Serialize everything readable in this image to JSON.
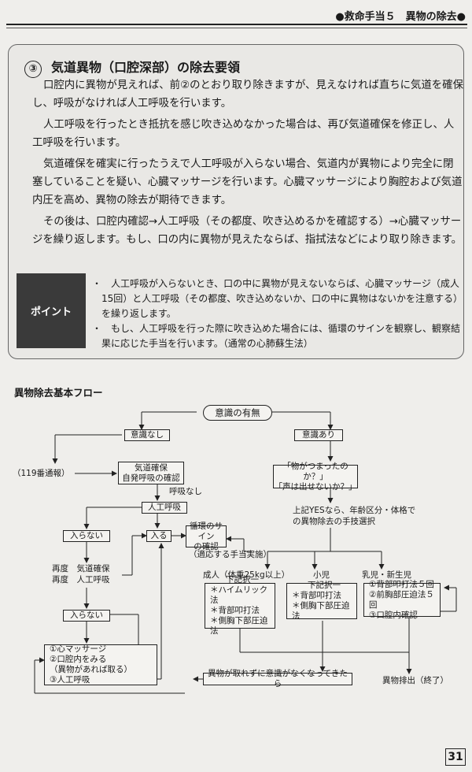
{
  "header": {
    "breadcrumb": "●救命手当５　異物の除去●"
  },
  "section": {
    "number": "③",
    "title": "気道異物（口腔深部）の除去要領",
    "paragraphs": [
      "口腔内に異物が見えれば、前②のとおり取り除きますが、見えなければ直ちに気道を確保し、呼吸がなければ人工呼吸を行います。",
      "人工呼吸を行ったとき抵抗を感じ吹き込めなかった場合は、再び気道確保を修正し、人工呼吸を行います。",
      "気道確保を確実に行ったうえで人工呼吸が入らない場合、気道内が異物により完全に閉塞していることを疑い、心臓マッサージを行います。心臓マッサージにより胸腔および気道内圧を高め、異物の除去が期待できます。",
      "その後は、口腔内確認→人工呼吸（その都度、吹き込めるかを確認する）→心臓マッサージを繰り返します。もし、口の内に異物が見えたならば、指拭法などにより取り除きます。"
    ]
  },
  "point": {
    "label": "ポイント",
    "items": [
      "・　人工呼吸が入らないとき、口の中に異物が見えないならば、心臓マッサージ（成人15回）と人工呼吸（その都度、吹き込めないか、口の中に異物はないかを注意する）を繰り返します。",
      "・　もし、人工呼吸を行った際に吹き込めた場合には、循環のサインを観察し、観察結果に応じた手当を行います。（通常の心肺蘇生法）"
    ]
  },
  "flow": {
    "title": "異物除去基本フロー",
    "consciousness": "意識の有無",
    "no_consciousness": "意識なし",
    "has_consciousness": "意識あり",
    "call_119": "（119番通報）",
    "airway_line1": "気道確保",
    "airway_line2": "自発呼吸の確認",
    "no_breathing": "呼吸なし",
    "rescue_breathing": "人工呼吸",
    "fails": "入らない",
    "succeeds": "入る",
    "recheck_line1": "再度　気道確保",
    "recheck_line2": "再度　人工呼吸",
    "fails2": "入らない",
    "cycle_line1": "①心マッサージ",
    "cycle_line2": "②口腔内をみる",
    "cycle_line3": "（異物があれば取る）",
    "cycle_line4": "③人工呼吸",
    "circ_line1": "循環のサイン",
    "circ_line2": "の確認",
    "appropriate_care": "（適応する手当実施）",
    "question_line1": "「物がつまったのか？」",
    "question_line2": "「声は出せないか？」",
    "select_line1": "上記YESなら、年齢区分・体格で",
    "select_line2": "の異物除去の手技選択",
    "adult_label": "成人（体重25kg以上）",
    "child_label": "小児",
    "infant_label": "乳児・新生児",
    "adult_box": [
      "下記択一",
      "＊ハイムリック法",
      "＊背部叩打法",
      "＊側胸下部圧迫法"
    ],
    "child_box": [
      "下記択一",
      "＊背部叩打法",
      "＊側胸下部圧迫法"
    ],
    "infant_box": [
      "①背部叩打法５回",
      "②前胸部圧迫法５回",
      "③口腔内確認"
    ],
    "deteriorate": "異物が取れずに意識がなくなってきたら",
    "removed": "異物排出（終了）"
  },
  "page_number": "31"
}
